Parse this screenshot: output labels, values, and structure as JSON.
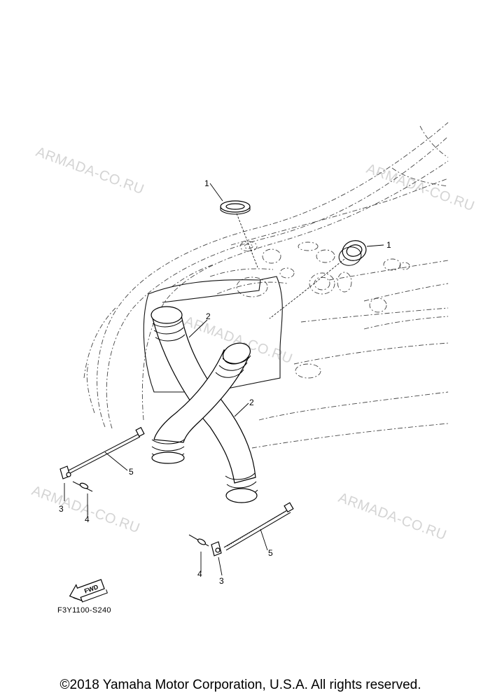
{
  "watermarks": [
    "ARMADA-CO.RU",
    "ARMADA-CO.RU",
    "ARMADA-CO.RU",
    "ARMADA-CO.RU",
    "ARMADA-CO.RU"
  ],
  "callouts": {
    "grommet_top": "1",
    "grommet_right": "1",
    "duct_upper": "2",
    "duct_lower": "2",
    "clip_left": "3",
    "clip_right": "3",
    "rivet_left": "4",
    "rivet_right": "4",
    "tie_left": "5",
    "tie_right": "5"
  },
  "fwd_label": "FWD",
  "figure_code": "F3Y1100-S240",
  "copyright": "©2018 Yamaha Motor Corporation, U.S.A. All rights reserved."
}
